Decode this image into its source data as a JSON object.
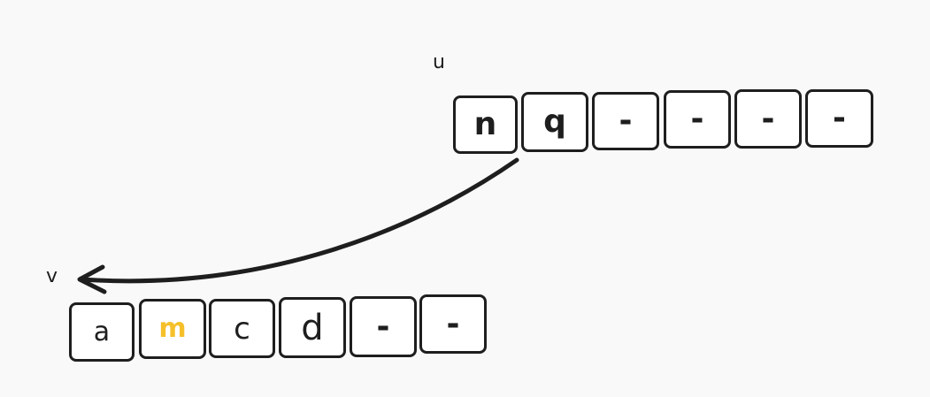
{
  "labels": {
    "u": "u",
    "v": "v"
  },
  "row_u": [
    "n",
    "q",
    "-",
    "-",
    "-",
    "-"
  ],
  "row_v": [
    "a",
    "m",
    "c",
    "d",
    "-",
    "-"
  ],
  "colors": {
    "stroke": "#1e1e1e",
    "highlight": "#f5c02a",
    "background": "#f9f9f9"
  }
}
